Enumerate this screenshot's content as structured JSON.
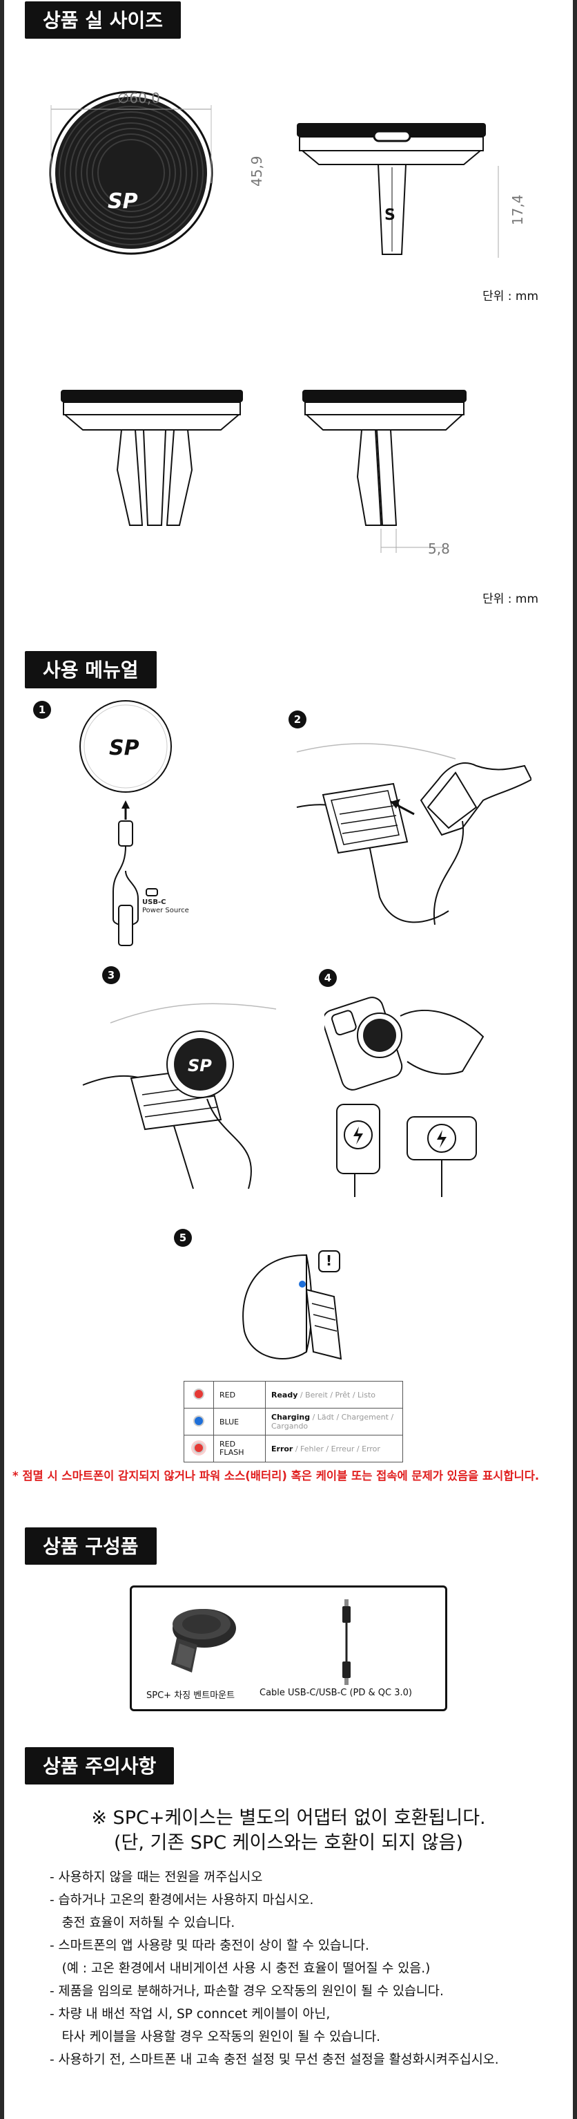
{
  "sections": {
    "size": "상품 실 사이즈",
    "manual": "사용 메뉴얼",
    "components": "상품 구성품",
    "cautions": "상품 주의사항"
  },
  "dimensions": {
    "diameter": "∅60,0",
    "height": "45,9",
    "stem": "17,4",
    "clip": "5,8",
    "unit_label": "단위 : mm"
  },
  "logo_text": "SP",
  "manual": {
    "step1": "1",
    "step2": "2",
    "step3": "3",
    "step4": "4",
    "step5": "5",
    "usb_title": "USB-C",
    "usb_sub": "Power Source",
    "alert_mark": "!"
  },
  "legend": [
    {
      "color_name": "RED",
      "color": "#e53935",
      "label": "Ready",
      "translations": " / Bereit / Prêt / Listo"
    },
    {
      "color_name": "BLUE",
      "color": "#1e6fd9",
      "label": "Charging",
      "translations": " / Lädt / Chargement / Cargando"
    },
    {
      "color_name": "RED FLASH",
      "color": "#e53935",
      "label": "Error",
      "translations": " / Fehler / Erreur / Error"
    }
  ],
  "red_note": "* 점멸 시 스마트폰이 감지되지 않거나 파워 소스(배터리) 혹은 케이블 또는 접속에 문제가 있음을 표시합니다.",
  "components": {
    "item1": "SPC+ 차징 벤트마운트",
    "item2": "Cable USB-C/USB-C (PD & QC 3.0)"
  },
  "compat": {
    "line1": "※ SPC+케이스는 별도의 어댑터 없이 호환됩니다.",
    "line2": "(단, 기존 SPC 케이스와는 호환이 되지 않음)"
  },
  "notes": [
    "- 사용하지 않을 때는 전원을 꺼주십시오",
    "- 습하거나 고온의 환경에서는 사용하지 마십시오.",
    "   충전 효율이 저하될 수 있습니다.",
    "- 스마트폰의 앱 사용량 및 따라 충전이 상이 할 수 있습니다.",
    "   (예 : 고온 환경에서 내비게이션 사용 시 충전 효율이 떨어질 수 있음.)",
    "- 제품을 임의로 분해하거나, 파손할 경우 오작동의 원인이 될 수 있습니다.",
    "- 차량 내 배선 작업 시, SP conncet 케이블이 아닌,",
    "   타사 케이블을 사용할 경우 오작동의 원인이 될 수 있습니다.",
    "- 사용하기 전, 스마트폰 내 고속 충전 설정 및 무선 충전 설정을 활성화시켜주십시오."
  ]
}
